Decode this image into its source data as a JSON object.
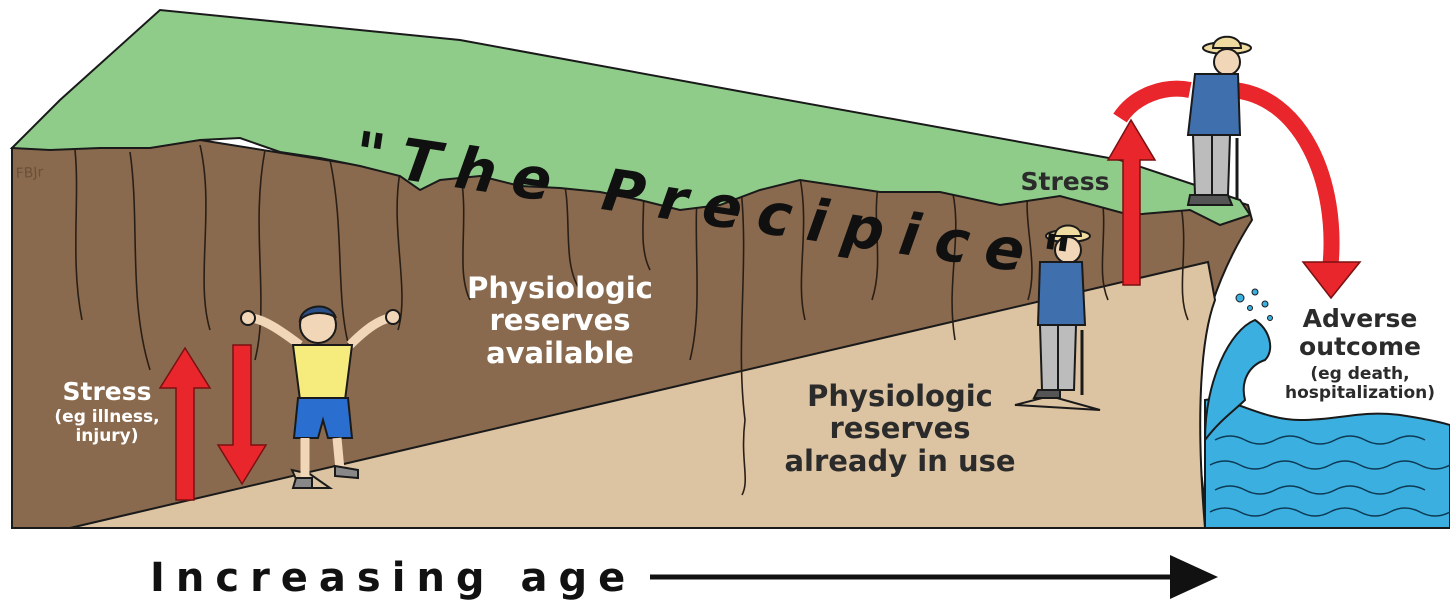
{
  "diagram": {
    "title": "\"The Precipice\"",
    "axis_label": "Increasing age",
    "artist_mark": "FBJr",
    "labels": {
      "reserves_available": [
        "Physiologic",
        "reserves",
        "available"
      ],
      "reserves_in_use": [
        "Physiologic",
        "reserves",
        "already in use"
      ],
      "stress_left": "Stress",
      "stress_left_detail": [
        "(eg illness,",
        "injury)"
      ],
      "stress_top": "Stress",
      "adverse_outcome": [
        "Adverse",
        "outcome"
      ],
      "adverse_outcome_detail": [
        "(eg death,",
        "hospitalization)"
      ]
    },
    "colors": {
      "grass": "#8fcc8a",
      "cliff_brown": "#8a6a4e",
      "reserve_tan": "#dcc3a1",
      "water": "#3bb0e0",
      "arrow_red": "#e8262b",
      "shirt_yellow": "#f6ec7e",
      "shorts_blue": "#2a6fd0",
      "coat_blue": "#3f6fad"
    }
  }
}
